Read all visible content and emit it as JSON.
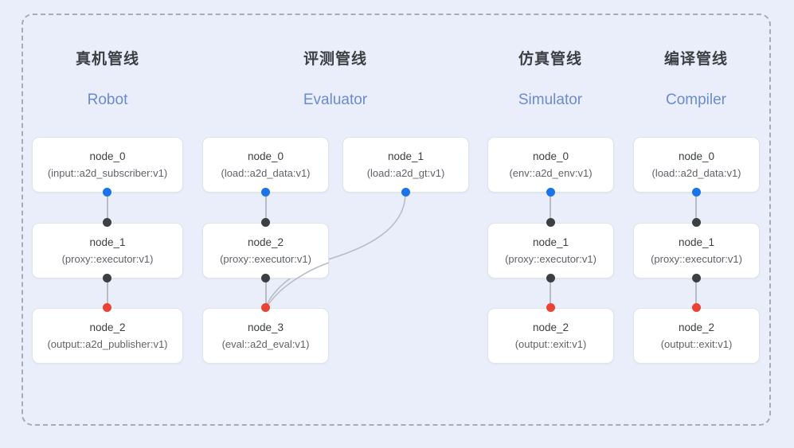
{
  "diagram": {
    "title_hidden": "",
    "frame": {
      "style": "dashed-rounded-rectangle",
      "border_color": "#a6acb5"
    },
    "background_color": "#e9eefa",
    "colors": {
      "output_port": "#1a73e8",
      "input_port": "#3c4043",
      "terminal_port": "#ea4335",
      "edge": "#b8bcc4",
      "node_border": "#dfe3ea",
      "node_fill": "#ffffff",
      "header_cn": "#3c4043",
      "header_en": "#6b8bd0"
    }
  },
  "columns": [
    {
      "id": "robot",
      "title_cn": "真机管线",
      "title_en": "Robot",
      "nodes": [
        {
          "name": "node_0",
          "type": "(input::a2d_subscriber:v1)"
        },
        {
          "name": "node_1",
          "type": "(proxy::executor:v1)"
        },
        {
          "name": "node_2",
          "type": "(output::a2d_publisher:v1)"
        }
      ]
    },
    {
      "id": "evaluator",
      "title_cn": "评测管线",
      "title_en": "Evaluator",
      "nodes": [
        {
          "name": "node_0",
          "type": "(load::a2d_data:v1)"
        },
        {
          "name": "node_1",
          "type": "(load::a2d_gt:v1)"
        },
        {
          "name": "node_2",
          "type": "(proxy::executor:v1)"
        },
        {
          "name": "node_3",
          "type": "(eval::a2d_eval:v1)"
        }
      ]
    },
    {
      "id": "simulator",
      "title_cn": "仿真管线",
      "title_en": "Simulator",
      "nodes": [
        {
          "name": "node_0",
          "type": "(env::a2d_env:v1)"
        },
        {
          "name": "node_1",
          "type": "(proxy::executor:v1)"
        },
        {
          "name": "node_2",
          "type": "(output::exit:v1)"
        }
      ]
    },
    {
      "id": "compiler",
      "title_cn": "编译管线",
      "title_en": "Compiler",
      "nodes": [
        {
          "name": "node_0",
          "type": "(load::a2d_data:v1)"
        },
        {
          "name": "node_1",
          "type": "(proxy::executor:v1)"
        },
        {
          "name": "node_2",
          "type": "(output::exit:v1)"
        }
      ]
    }
  ]
}
